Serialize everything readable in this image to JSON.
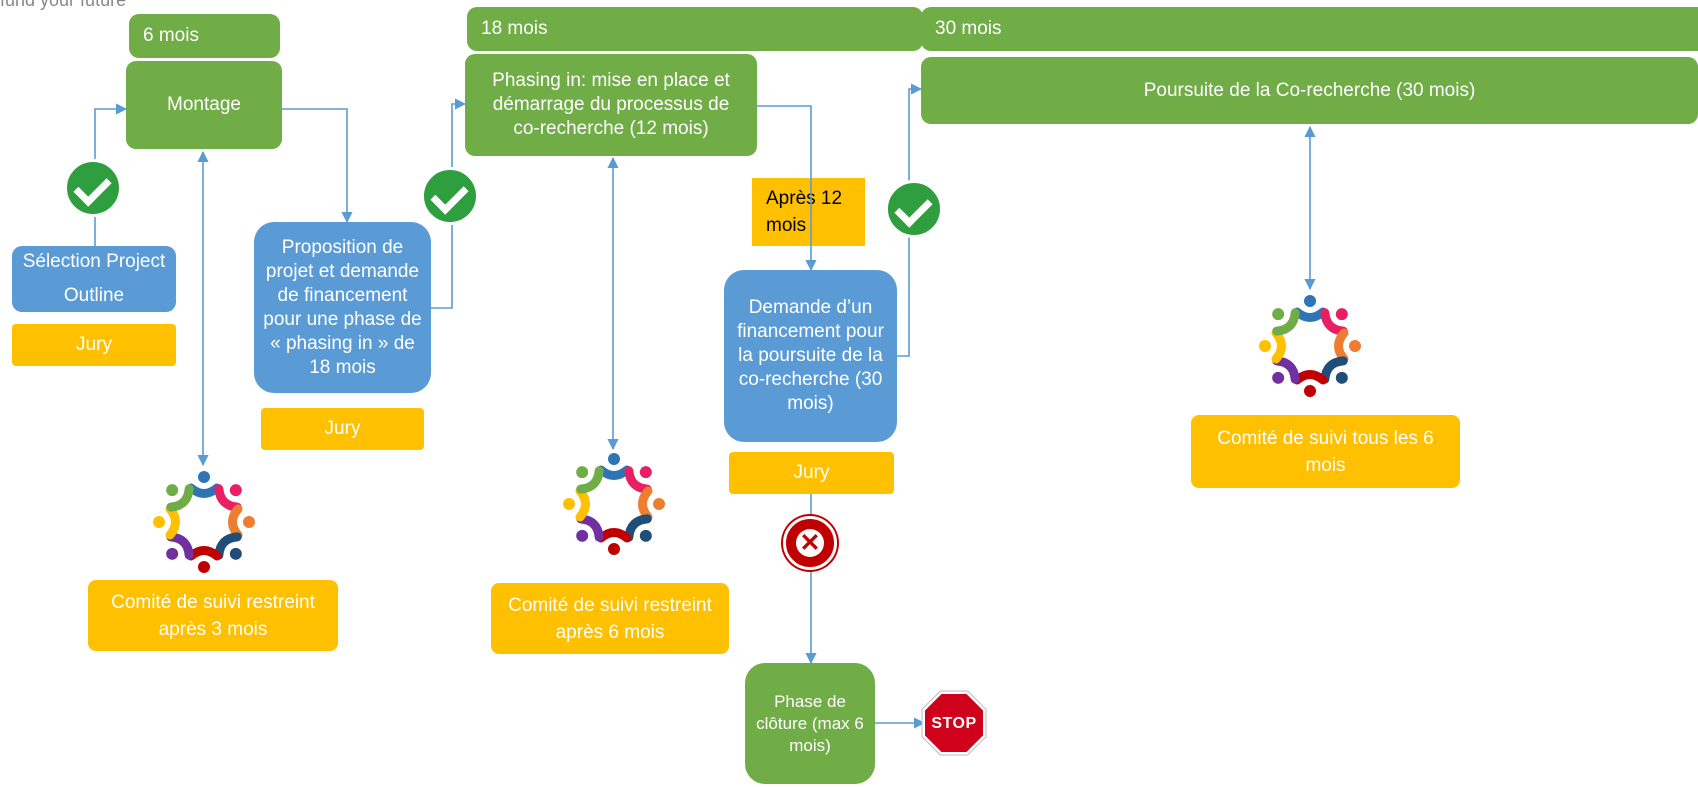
{
  "top_text": "fund your future",
  "headers": {
    "h6": "6 mois",
    "h18": "18 mois",
    "h30": "30 mois"
  },
  "boxes": {
    "montage": "Montage",
    "selection": "Sélection Project Outline",
    "jury1": "Jury",
    "proposition": "Proposition de projet et demande de financement pour une phase de « phasing in » de 18 mois",
    "jury2": "Jury",
    "phasing": "Phasing in: mise en place et démarrage du processus de co-recherche (12 mois)",
    "apres": "Après 12 mois",
    "demande": "Demande d’un financement pour la poursuite de la co-recherche (30 mois)",
    "jury3": "Jury",
    "poursuite": "Poursuite de la Co-recherche (30 mois)",
    "cloture": "Phase de clôture (max 6 mois)",
    "stop": "STOP",
    "comite1": "Comité de suivi restreint après 3 mois",
    "comite2": "Comité de suivi restreint après 6 mois",
    "comite3": "Comité de suivi tous les 6 mois"
  },
  "colors": {
    "green": "#70ad47",
    "blue": "#5b9bd5",
    "yellow": "#ffc000",
    "arrow": "#5b9bd5",
    "check": "#2e9e3f",
    "red": "#c00000"
  },
  "icons": [
    "check-icon",
    "x-icon",
    "stop-sign-icon",
    "people-circle-icon"
  ]
}
